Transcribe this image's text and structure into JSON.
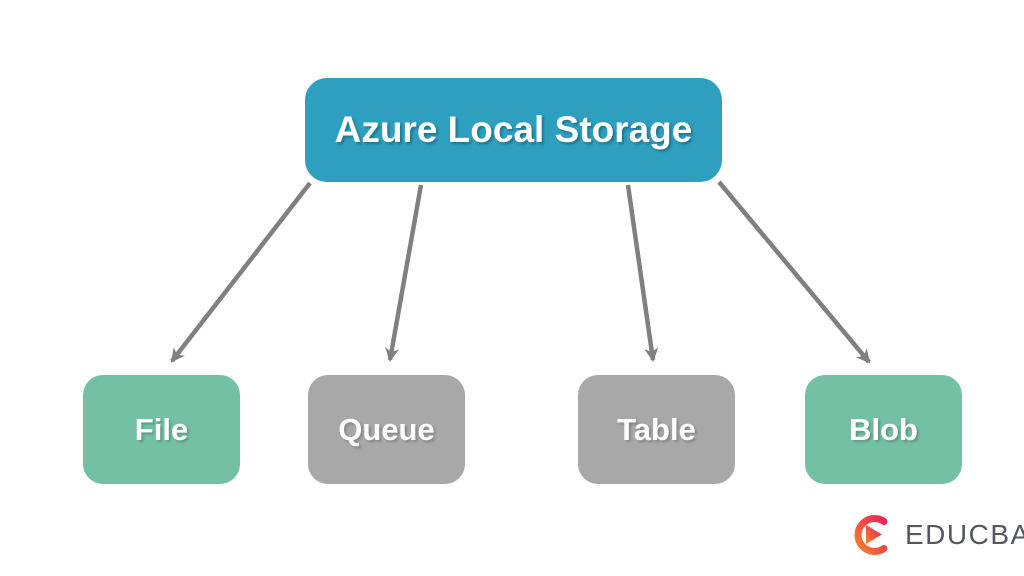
{
  "diagram": {
    "title_node": {
      "label": "Azure Local Storage",
      "color": "#2E9FBE"
    },
    "children": [
      {
        "label": "File",
        "color": "#74C0A4"
      },
      {
        "label": "Queue",
        "color": "#A8A8A8"
      },
      {
        "label": "Table",
        "color": "#A8A8A8"
      },
      {
        "label": "Blob",
        "color": "#74C0A4"
      }
    ],
    "arrow_color": "#808080"
  },
  "branding": {
    "logo_text": "EDUCBA",
    "logo_text_color": "#54585E",
    "logo_gradient_start": "#F5812C",
    "logo_gradient_end": "#E9265C"
  }
}
